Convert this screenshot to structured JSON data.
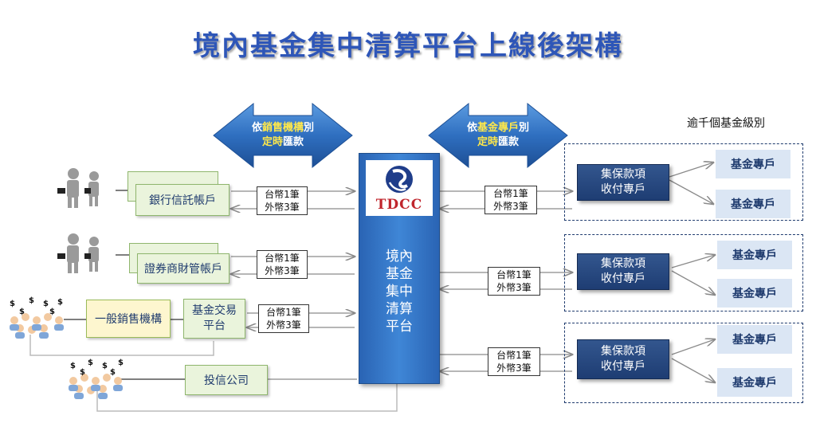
{
  "title": "境內基金集中清算平台上線後架構",
  "left_arrow": {
    "prefix": "依",
    "highlight": "銷售機構",
    "suffix": "別",
    "line2_highlight": "定時",
    "line2_suffix": "匯款"
  },
  "right_arrow": {
    "prefix": "依",
    "highlight": "基金專戶",
    "suffix": "別",
    "line2_highlight": "定時",
    "line2_suffix": "匯款"
  },
  "top_note": "逾千個基金級別",
  "left_boxes": {
    "bank_trust": "銀行信託帳戶",
    "securities": "證券商財管帳戶",
    "general_sales": "一般銷售機構",
    "fund_exchange_line1": "基金交易",
    "fund_exchange_line2": "平台",
    "sitc": "投信公司"
  },
  "currency": {
    "line1": "台幣1筆",
    "line2": "外幣3筆"
  },
  "center": {
    "logo": "TDCC",
    "lines": [
      "境內",
      "基金",
      "集中",
      "清算",
      "平台"
    ]
  },
  "collection_account": {
    "line1": "集保款項",
    "line2": "收付專戶"
  },
  "fund_account": "基金專戶",
  "colors": {
    "title": "#2e56b8",
    "arrow": "#2a64b4",
    "highlight": "#ffe84a",
    "dark_box": "#1e3d73",
    "light_box": "#dbe6f4"
  }
}
